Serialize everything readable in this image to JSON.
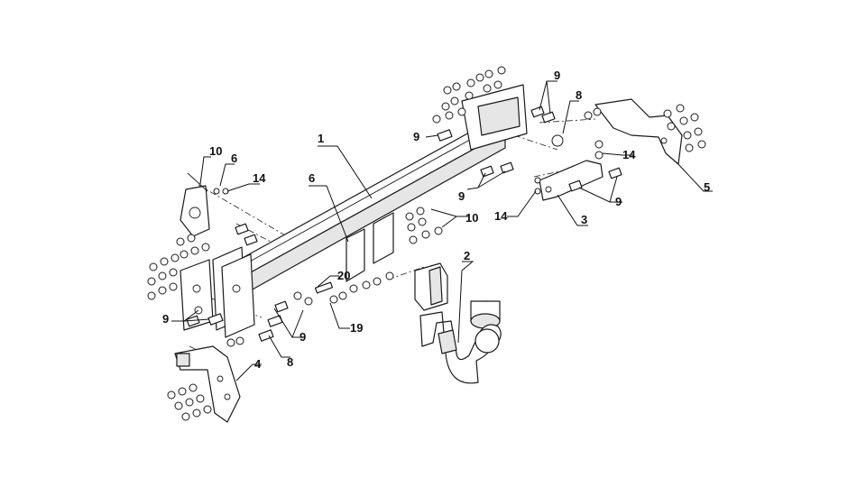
{
  "diagram": {
    "callouts": {
      "c1": "1",
      "c2": "2",
      "c3": "3",
      "c4": "4",
      "c5": "5",
      "c6a": "6",
      "c6b": "6",
      "c8a": "8",
      "c8b": "8",
      "c9a": "9",
      "c9b": "9",
      "c9c": "9",
      "c9d": "9",
      "c9e": "9",
      "c9f": "9",
      "c10a": "10",
      "c10b": "10",
      "c14a": "14",
      "c14b": "14",
      "c14c": "14",
      "c19": "19",
      "c20": "20"
    }
  }
}
